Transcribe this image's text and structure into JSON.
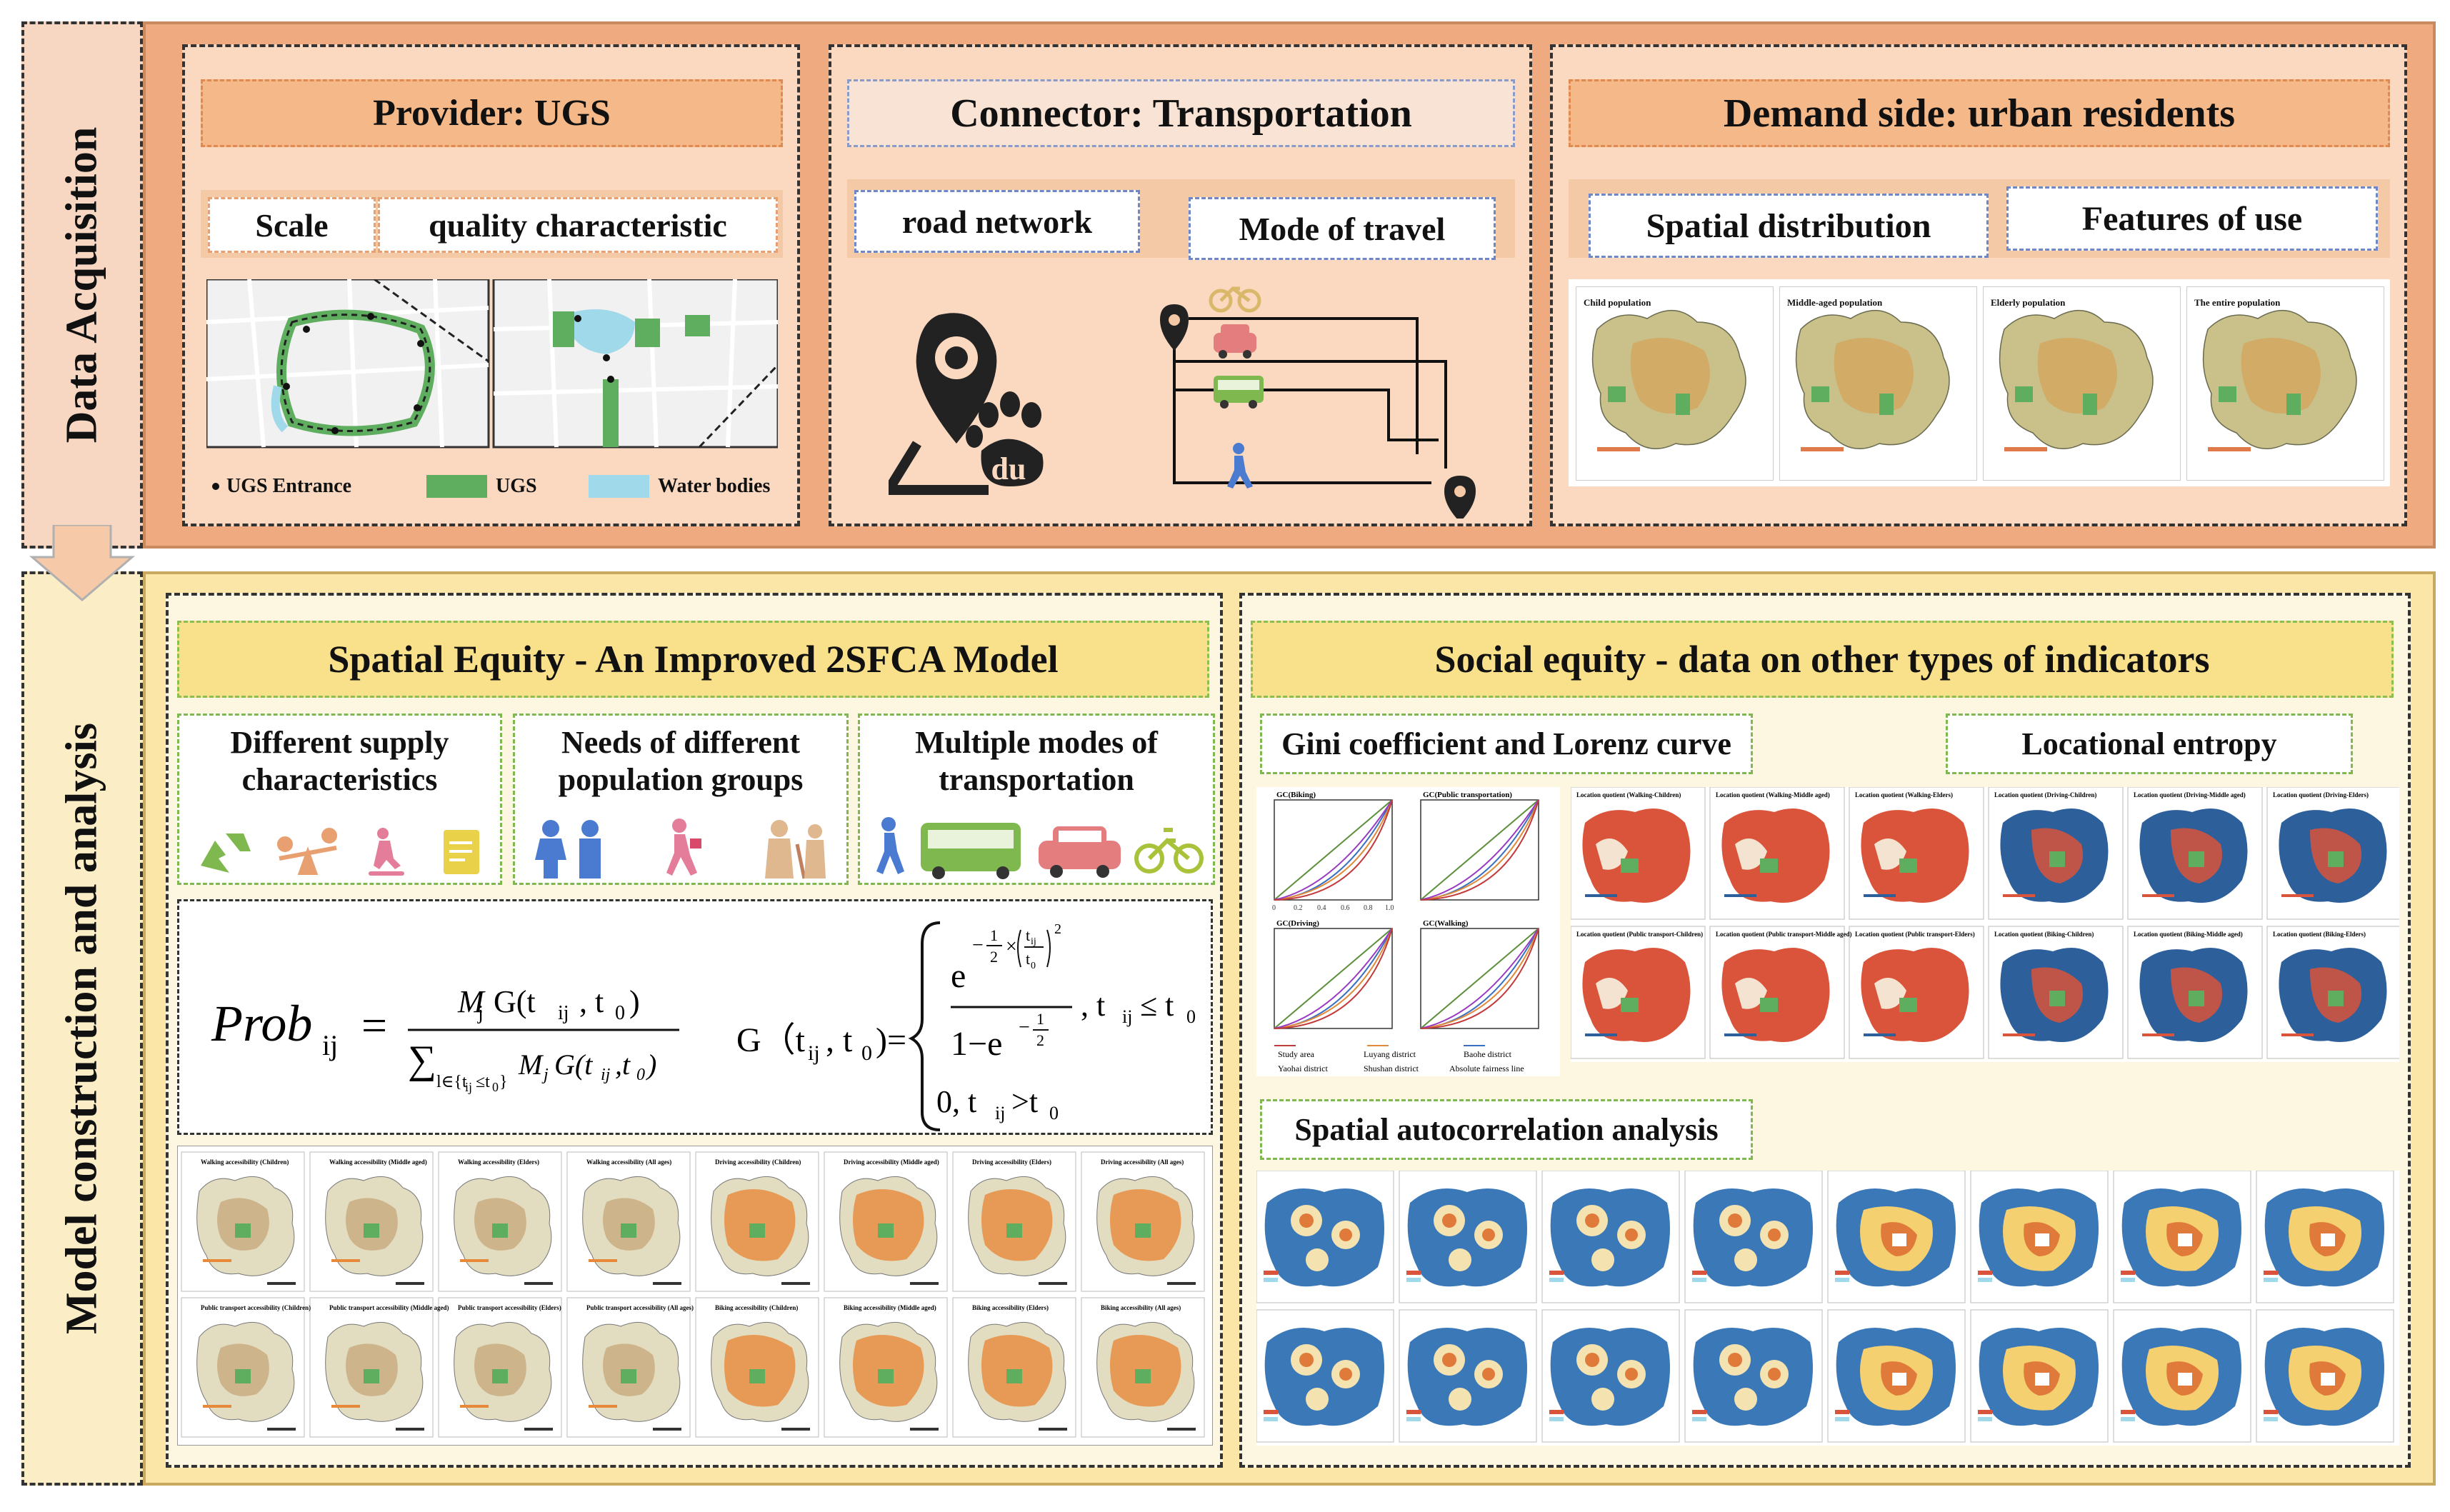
{
  "sections": {
    "acquisition_label": "Data Acquisition",
    "model_label": "Model construction and analysis"
  },
  "provider": {
    "title": "Provider: UGS",
    "chips": [
      "Scale",
      "quality characteristic"
    ],
    "legend": [
      "UGS Entrance",
      "UGS",
      "Water bodies"
    ]
  },
  "connector": {
    "title": "Connector: Transportation",
    "chips": [
      "road network",
      "Mode of travel"
    ],
    "logo_text": "du"
  },
  "demand": {
    "title": "Demand side: urban residents",
    "chips": [
      "Spatial distribution",
      "Features of use"
    ],
    "maps": [
      "Child population",
      "Middle-aged population",
      "Elderly population",
      "The entire population"
    ]
  },
  "spatial": {
    "title": "Spatial Equity - An Improved 2SFCA Model",
    "boxes": [
      "Different supply characteristics",
      "Needs of different population groups",
      "Multiple modes of transportation"
    ],
    "formula": {
      "prob": "Prob",
      "sub_ij": "ij",
      "numerator": "M",
      "numerator_rest": "G(t",
      "g_label": "G（t",
      "cond_1": ", t",
      "cond_2": "0, t"
    },
    "map_titles_row1": [
      "Walking accessibility (Children)",
      "Walking accessibility (Middle aged)",
      "Walking accessibility (Elders)",
      "Walking accessibility (All ages)",
      "Driving accessibility (Children)",
      "Driving accessibility (Middle aged)",
      "Driving accessibility (Elders)",
      "Driving accessibility (All ages)"
    ],
    "map_titles_row2": [
      "Public transport accessibility (Children)",
      "Public transport accessibility (Middle aged)",
      "Public transport accessibility (Elders)",
      "Public transport accessibility (All ages)",
      "Biking accessibility (Children)",
      "Biking accessibility (Middle aged)",
      "Biking accessibility (Elders)",
      "Biking accessibility (All ages)"
    ]
  },
  "social": {
    "title": "Social equity - data on other types of indicators",
    "gini_title": "Gini coefficient and Lorenz curve",
    "entropy_title": "Locational entropy",
    "autocorr_title": "Spatial autocorrelation analysis",
    "gini_charts": [
      "GC(Biking)",
      "GC(Public transportation)",
      "GC(Driving)",
      "GC(Walking)"
    ],
    "gini_legend": [
      "Study area",
      "Luyang district",
      "Baohe district",
      "Yaohai district",
      "Shushan district",
      "Absolute fairness line"
    ],
    "lq_titles": [
      "Location quotient (Walking-Children)",
      "Location quotient (Walking-Middle aged)",
      "Location quotient (Walking-Elders)",
      "Location quotient (Driving-Children)",
      "Location quotient (Driving-Middle aged)",
      "Location quotient (Driving-Elders)",
      "Location quotient (Public transport-Children)",
      "Location quotient (Public transport-Middle aged)",
      "Location quotient (Public transport-Elders)",
      "Location quotient (Biking-Children)",
      "Location quotient (Biking-Middle aged)",
      "Location quotient (Biking-Elders)"
    ],
    "axis_ticks": [
      "0",
      "0.2",
      "0.4",
      "0.6",
      "0.8",
      "1.0"
    ]
  },
  "colors": {
    "ugs_green": "#5fae5f",
    "water_blue": "#9fd9ea",
    "accent_orange": "#e8893a",
    "lq_blue": "#2d5f9a",
    "lq_red": "#d9543a"
  }
}
